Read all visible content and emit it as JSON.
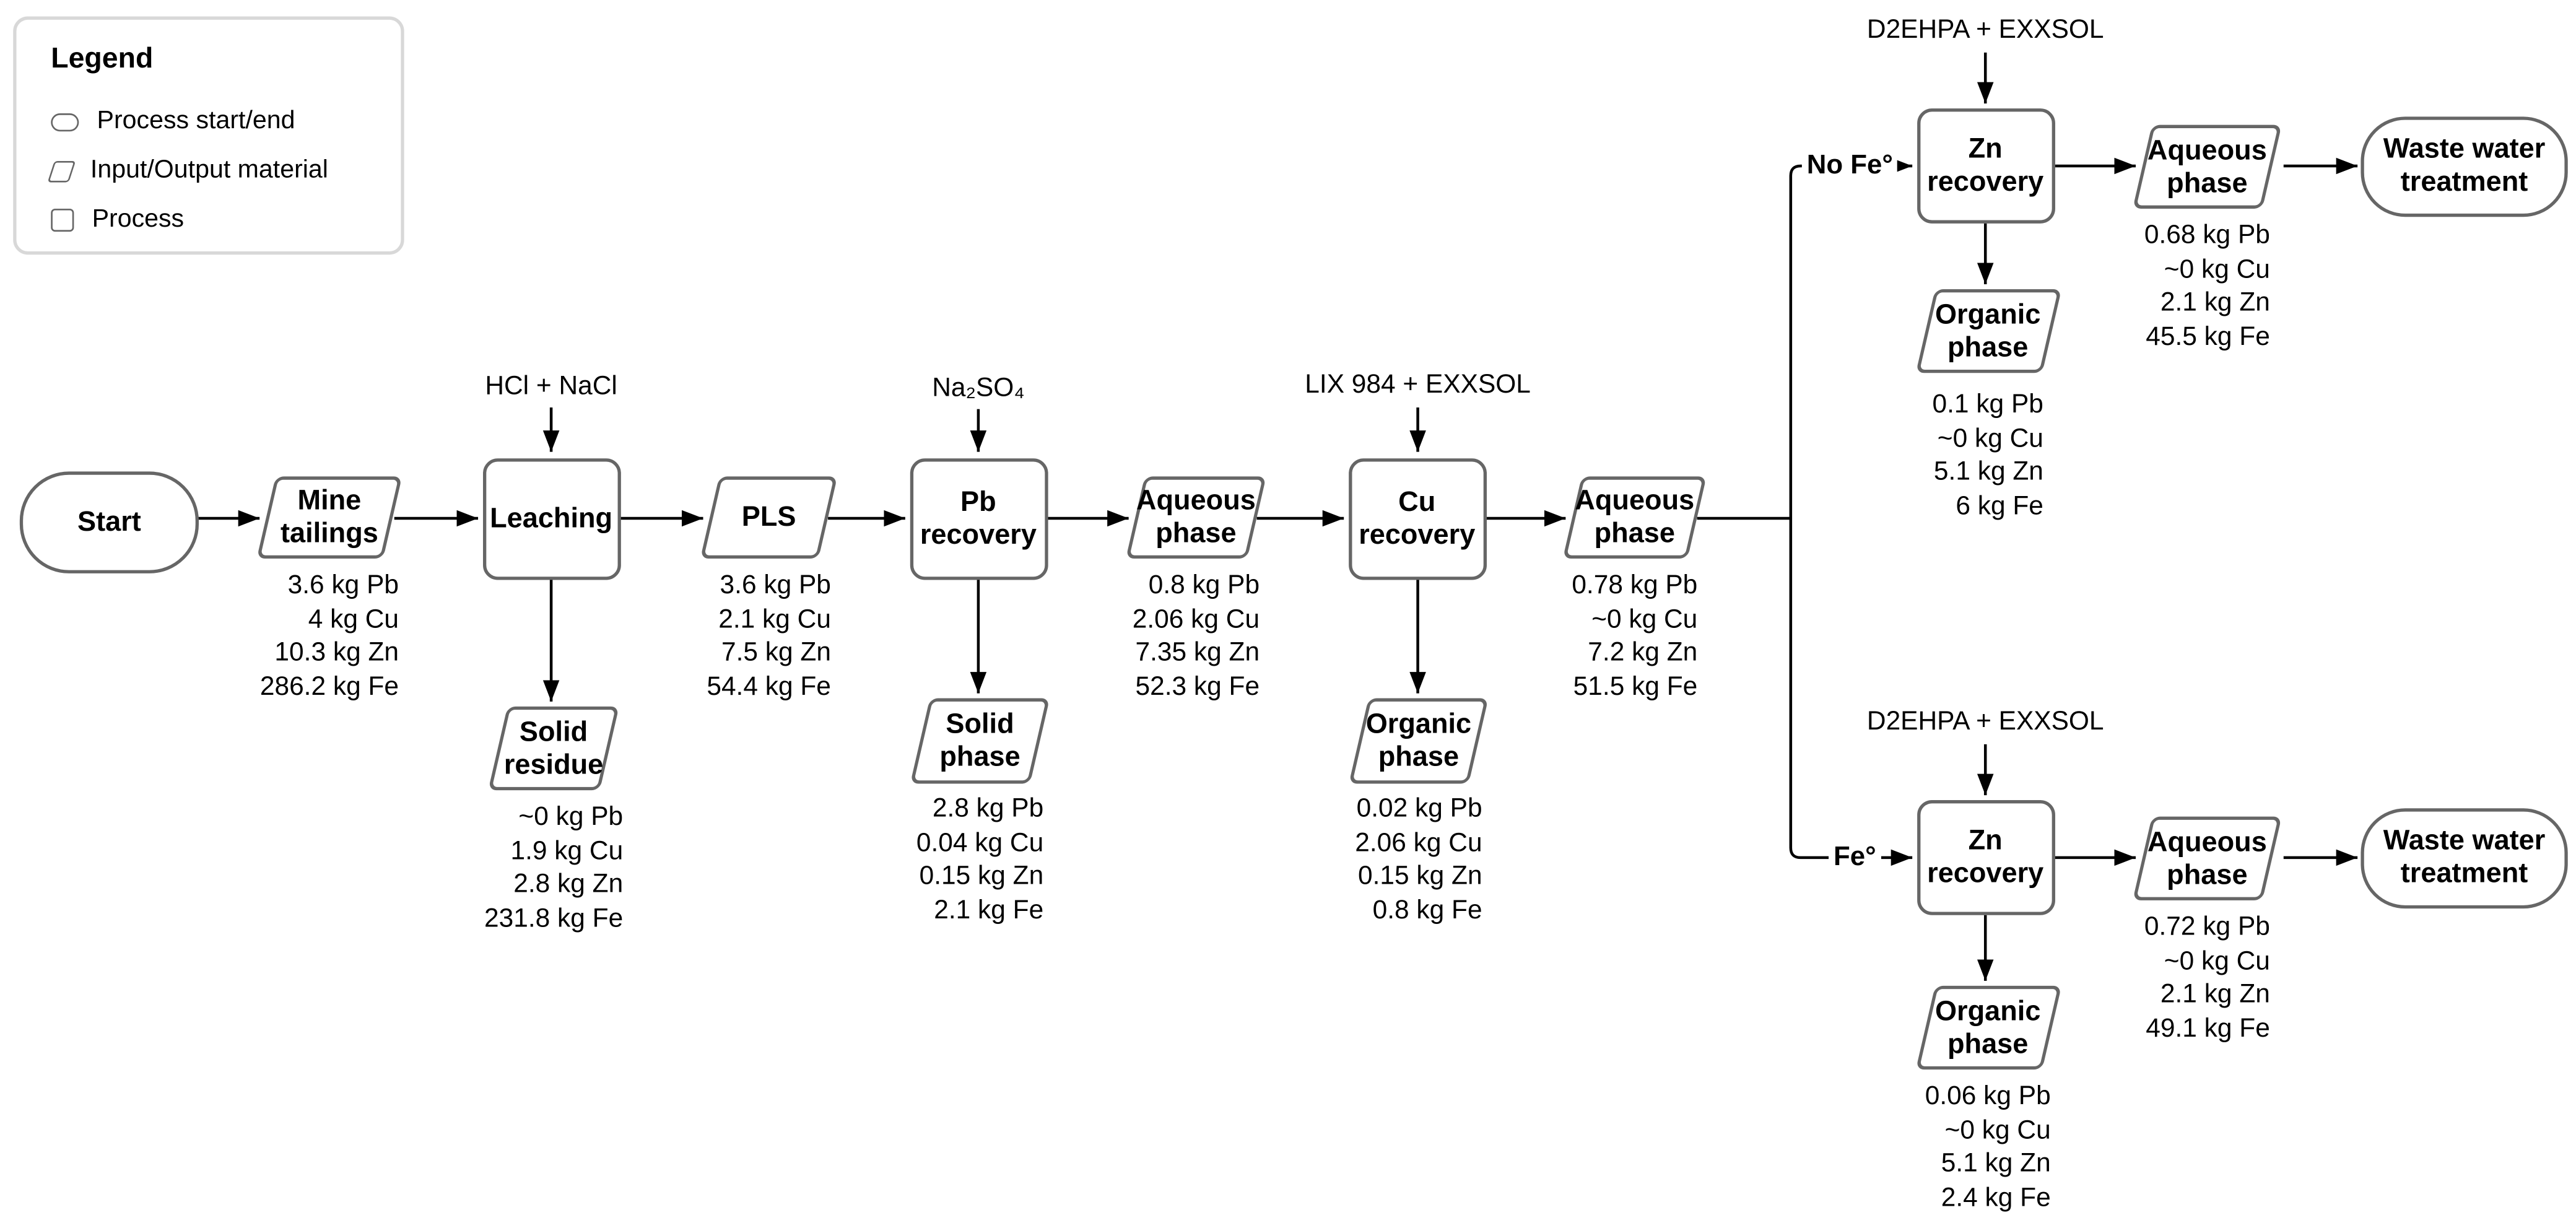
{
  "legend": {
    "title": "Legend",
    "items": [
      {
        "shape": "stadium-glyph",
        "label": "Process start/end"
      },
      {
        "shape": "parallelogram-glyph",
        "label": "Input/Output material"
      },
      {
        "shape": "rect-glyph",
        "label": "Process"
      }
    ]
  },
  "nodes": {
    "start": {
      "label": "Start"
    },
    "mine_tailings": {
      "label": "Mine\ntailings"
    },
    "leaching": {
      "label": "Leaching"
    },
    "pls": {
      "label": "PLS"
    },
    "pb_recovery": {
      "label": "Pb\nrecovery"
    },
    "aqueous_after_pb": {
      "label": "Aqueous\nphase"
    },
    "cu_recovery": {
      "label": "Cu\nrecovery"
    },
    "aqueous_after_cu": {
      "label": "Aqueous\nphase"
    },
    "solid_residue": {
      "label": "Solid\nresidue"
    },
    "solid_phase": {
      "label": "Solid\nphase"
    },
    "organic_after_cu": {
      "label": "Organic\nphase"
    },
    "zn_recovery_no_fe": {
      "label": "Zn\nrecovery"
    },
    "aqueous_no_fe": {
      "label": "Aqueous\nphase"
    },
    "waste_water_no_fe": {
      "label": "Waste water\ntreatment"
    },
    "organic_no_fe": {
      "label": "Organic\nphase"
    },
    "zn_recovery_fe": {
      "label": "Zn\nrecovery"
    },
    "aqueous_fe": {
      "label": "Aqueous\nphase"
    },
    "waste_water_fe": {
      "label": "Waste water\ntreatment"
    },
    "organic_fe": {
      "label": "Organic\nphase"
    }
  },
  "reagents": {
    "leaching": "HCl + NaCl",
    "pb_recovery": "Na₂SO₄",
    "cu_recovery": "LIX 984 + EXXSOL",
    "zn_recovery_no_fe": "D2EHPA + EXXSOL",
    "zn_recovery_fe": "D2EHPA + EXXSOL"
  },
  "branches": {
    "no_fe": "No Fe°",
    "fe": "Fe°"
  },
  "streams": {
    "mine_tailings": [
      "3.6 kg Pb",
      "4 kg Cu",
      "10.3 kg Zn",
      "286.2 kg Fe"
    ],
    "pls": [
      "3.6 kg Pb",
      "2.1 kg Cu",
      "7.5 kg Zn",
      "54.4 kg Fe"
    ],
    "solid_residue": [
      "~0 kg Pb",
      "1.9 kg Cu",
      "2.8 kg Zn",
      "231.8 kg Fe"
    ],
    "aqueous_after_pb": [
      "0.8 kg Pb",
      "2.06 kg Cu",
      "7.35 kg Zn",
      "52.3 kg Fe"
    ],
    "solid_phase": [
      "2.8 kg Pb",
      "0.04 kg Cu",
      "0.15 kg Zn",
      "2.1 kg Fe"
    ],
    "aqueous_after_cu": [
      "0.78 kg Pb",
      "~0 kg Cu",
      "7.2 kg Zn",
      "51.5 kg Fe"
    ],
    "organic_after_cu": [
      "0.02 kg Pb",
      "2.06 kg Cu",
      "0.15 kg Zn",
      "0.8 kg Fe"
    ],
    "aqueous_no_fe": [
      "0.68 kg Pb",
      "~0 kg Cu",
      "2.1 kg Zn",
      "45.5 kg Fe"
    ],
    "organic_no_fe": [
      "0.1 kg Pb",
      "~0 kg Cu",
      "5.1 kg Zn",
      "6 kg Fe"
    ],
    "aqueous_fe": [
      "0.72 kg Pb",
      "~0 kg Cu",
      "2.1 kg Zn",
      "49.1 kg Fe"
    ],
    "organic_fe": [
      "0.06 kg Pb",
      "~0 kg Cu",
      "5.1 kg Zn",
      "2.4 kg Fe"
    ]
  },
  "colors": {
    "shape_border": "#666666",
    "connector": "#000000",
    "text": "#000000",
    "legend_border": "#d8d8d8",
    "background": "#ffffff"
  }
}
